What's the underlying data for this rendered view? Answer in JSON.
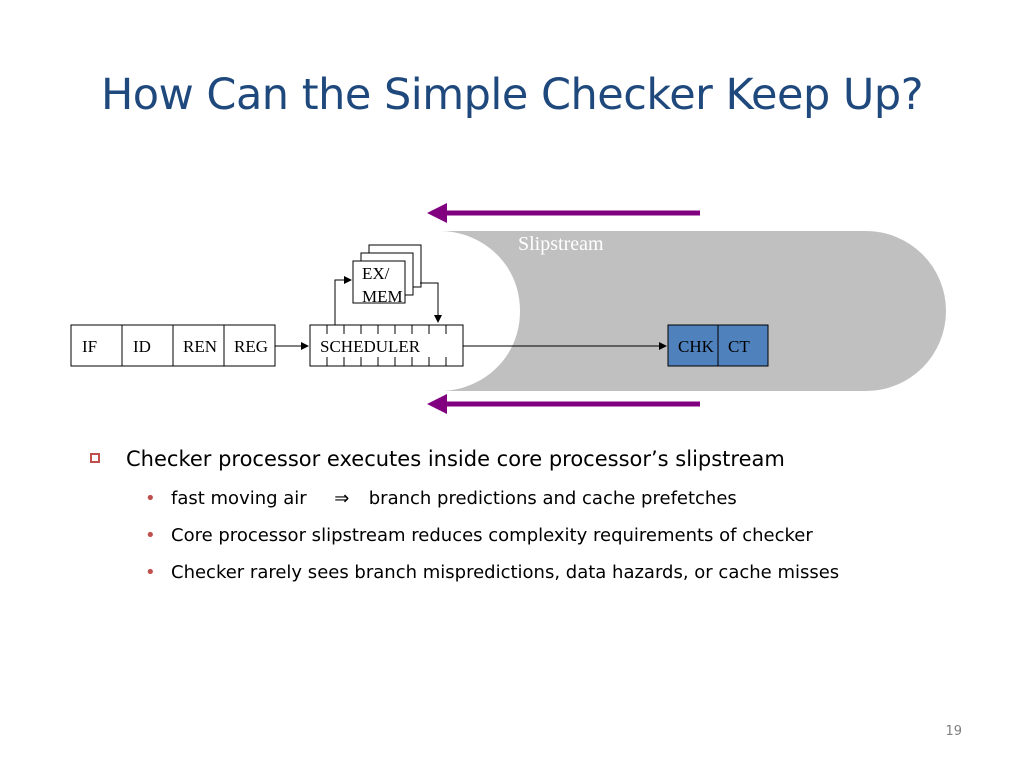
{
  "slide": {
    "title": "How Can the Simple Checker Keep Up?",
    "page_number": "19"
  },
  "diagram": {
    "slipstream_label": "Slipstream",
    "stages": [
      "IF",
      "ID",
      "REN",
      "REG"
    ],
    "scheduler_label": "SCHEDULER",
    "exmem_line1": "EX/",
    "exmem_line2": "MEM",
    "checker_stages": [
      "CHK",
      "CT"
    ],
    "colors": {
      "arrow": "#800080",
      "slipstream_fill": "#c0c0c0",
      "checker_fill": "#4f81bd",
      "title": "#1f497d",
      "bullet": "#c0504d"
    }
  },
  "bullets": {
    "main": "Checker processor executes inside core processor’s slipstream",
    "sub": [
      {
        "text_a": "fast moving air",
        "symbol": "⇒",
        "text_b": "branch predictions and cache prefetches"
      },
      {
        "text": "Core processor slipstream reduces complexity requirements of checker"
      },
      {
        "text": "Checker rarely sees branch mispredictions, data hazards, or cache misses"
      }
    ]
  }
}
